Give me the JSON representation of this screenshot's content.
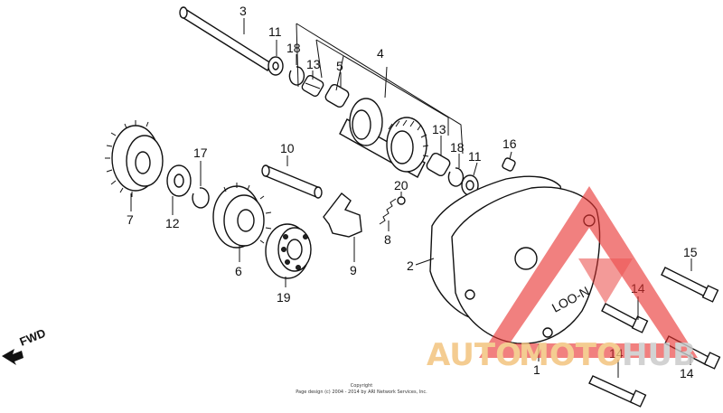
{
  "diagram": {
    "callouts": [
      {
        "id": "p3",
        "text": "3"
      },
      {
        "id": "p11a",
        "text": "11"
      },
      {
        "id": "p18a",
        "text": "18"
      },
      {
        "id": "p13a",
        "text": "13"
      },
      {
        "id": "p5",
        "text": "5"
      },
      {
        "id": "p4",
        "text": "4"
      },
      {
        "id": "p17",
        "text": "17"
      },
      {
        "id": "p10",
        "text": "10"
      },
      {
        "id": "p13b",
        "text": "13"
      },
      {
        "id": "p18b",
        "text": "18"
      },
      {
        "id": "p11b",
        "text": "11"
      },
      {
        "id": "p16",
        "text": "16"
      },
      {
        "id": "p20",
        "text": "20"
      },
      {
        "id": "p7",
        "text": "7"
      },
      {
        "id": "p12",
        "text": "12"
      },
      {
        "id": "p8",
        "text": "8"
      },
      {
        "id": "p6",
        "text": "6"
      },
      {
        "id": "p19",
        "text": "19"
      },
      {
        "id": "p9",
        "text": "9"
      },
      {
        "id": "p2",
        "text": "2"
      },
      {
        "id": "p15",
        "text": "15"
      },
      {
        "id": "p14a",
        "text": "14"
      },
      {
        "id": "p14b",
        "text": "14"
      },
      {
        "id": "p14c",
        "text": "14"
      },
      {
        "id": "p1",
        "text": "1"
      }
    ],
    "fwd_label": "FWD",
    "cover_marking": "LOO-N",
    "copyright_line1": "Copyright",
    "copyright_line2": "Page design (c) 2004 - 2014 by ARI Network Services, Inc."
  },
  "watermark": {
    "auto": "AUTO",
    "moto": "MOTO",
    "hub": "HUB",
    "colors": {
      "auto": "#f2c27a",
      "moto": "#f2c27a",
      "hub": "#c9c9c9",
      "triangle": "#e8322f"
    }
  }
}
